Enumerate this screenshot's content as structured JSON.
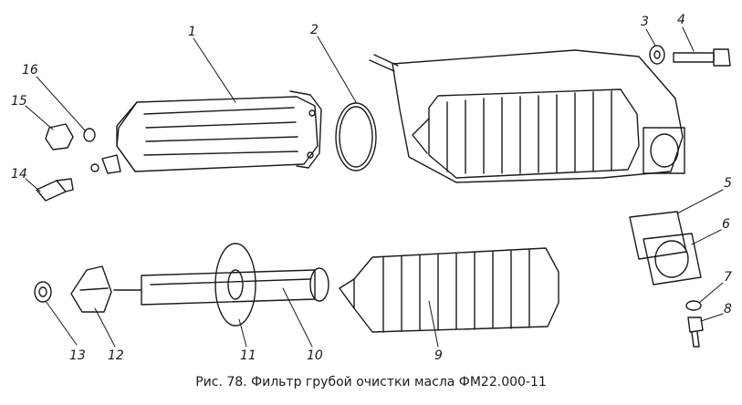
{
  "caption": "Рис. 78. Фильтр грубой очистки масла ФМ22.000-11",
  "callouts": [
    "1",
    "2",
    "3",
    "4",
    "5",
    "6",
    "7",
    "8",
    "9",
    "10",
    "11",
    "12",
    "13",
    "14",
    "15",
    "16"
  ],
  "colors": {
    "ink": "#1a1a1a",
    "paper": "#ffffff"
  }
}
